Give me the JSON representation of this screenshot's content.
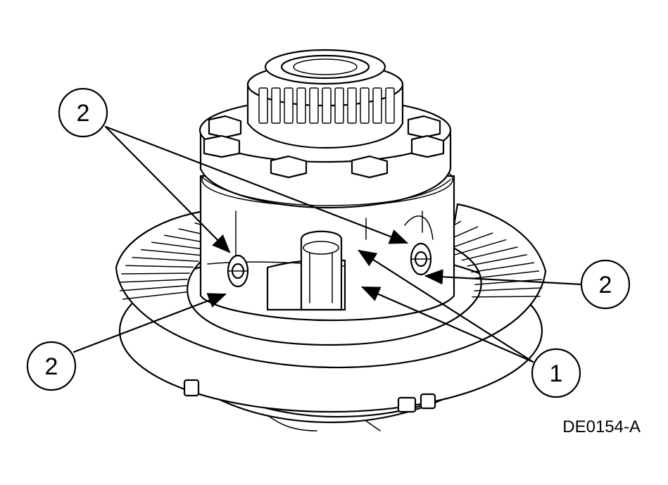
{
  "figure": {
    "id_label": "DE0154-A"
  },
  "callouts": [
    {
      "number": "2"
    },
    {
      "number": "2"
    },
    {
      "number": "2"
    },
    {
      "number": "1"
    }
  ]
}
